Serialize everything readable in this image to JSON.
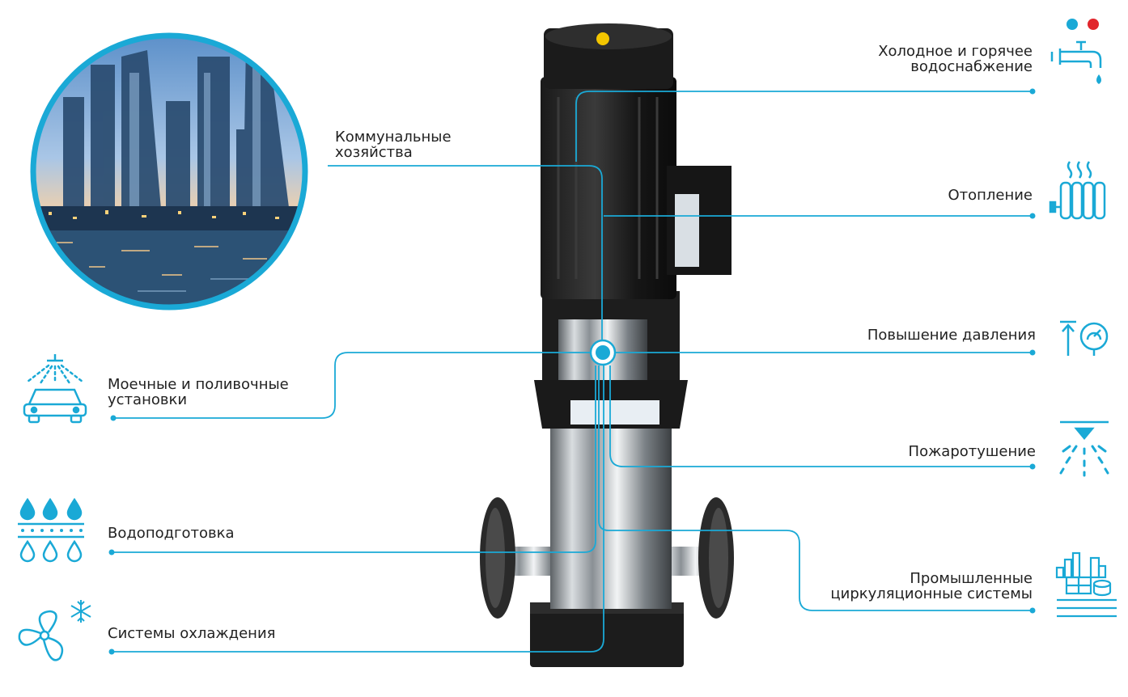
{
  "colors": {
    "accent": "#1aa9d6",
    "dot_cold": "#1aa9d6",
    "dot_hot": "#e1262c",
    "text": "#222222"
  },
  "applications_left": [
    {
      "id": "communal",
      "lines": [
        "Коммунальные",
        "хозяйства"
      ],
      "icon": "city-photo"
    },
    {
      "id": "washing",
      "lines": [
        "Моечные и поливочные",
        "установки"
      ],
      "icon": "car-wash-icon"
    },
    {
      "id": "water-treatment",
      "lines": [
        "Водоподготовка"
      ],
      "icon": "water-filter-icon"
    },
    {
      "id": "cooling",
      "lines": [
        "Системы охлаждения"
      ],
      "icon": "fan-snowflake-icon"
    }
  ],
  "applications_right": [
    {
      "id": "water-supply",
      "lines": [
        "Холодное и горячее",
        "водоснабжение"
      ],
      "icon": "faucet-icon"
    },
    {
      "id": "heating",
      "lines": [
        "Отопление"
      ],
      "icon": "radiator-icon"
    },
    {
      "id": "pressure-boost",
      "lines": [
        "Повышение давления"
      ],
      "icon": "pressure-gauge-icon"
    },
    {
      "id": "fire-fighting",
      "lines": [
        "Пожаротушение"
      ],
      "icon": "sprinkler-icon"
    },
    {
      "id": "industrial",
      "lines": [
        "Промышленные",
        "циркуляционные системы"
      ],
      "icon": "industrial-plant-icon"
    }
  ]
}
